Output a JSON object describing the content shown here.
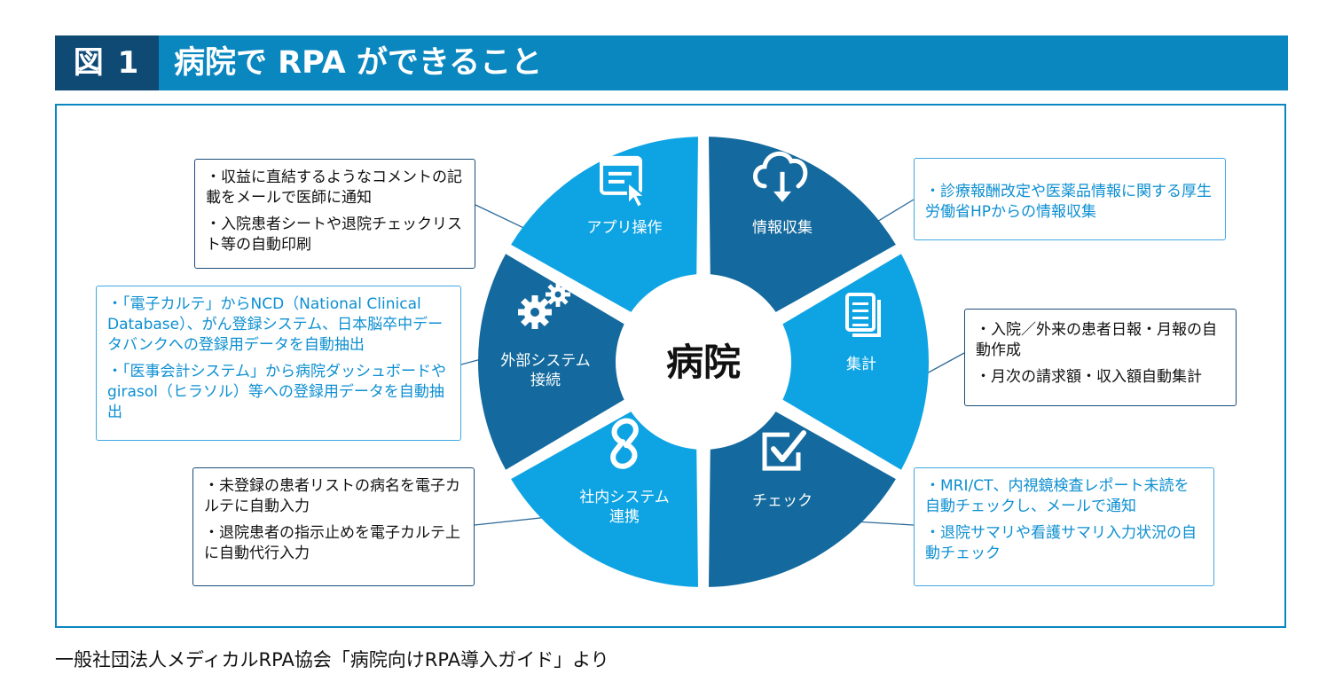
{
  "header": {
    "figure_label": "図 1",
    "title": "病院で RPA ができること"
  },
  "center": {
    "label": "病院"
  },
  "segments": [
    {
      "id": "app",
      "label_lines": [
        "アプリ操作"
      ],
      "icon": "window-cursor-icon"
    },
    {
      "id": "info",
      "label_lines": [
        "情報収集"
      ],
      "icon": "cloud-download-icon"
    },
    {
      "id": "total",
      "label_lines": [
        "集計"
      ],
      "icon": "documents-icon"
    },
    {
      "id": "check",
      "label_lines": [
        "チェック"
      ],
      "icon": "checkbox-icon"
    },
    {
      "id": "internal",
      "label_lines": [
        "社内システム",
        "連携"
      ],
      "icon": "link-icon"
    },
    {
      "id": "external",
      "label_lines": [
        "外部システム",
        "接続"
      ],
      "icon": "gears-icon"
    }
  ],
  "callouts": {
    "app": [
      "・収益に直結するようなコメントの記載をメールで医師に通知",
      "・入院患者シートや退院チェックリスト等の自動印刷"
    ],
    "info": [
      "・診療報酬改定や医薬品情報に関する厚生労働省HPからの情報収集"
    ],
    "total": [
      "・入院／外来の患者日報・月報の自動作成",
      "・月次の請求額・収入額自動集計"
    ],
    "check": [
      "・MRI/CT、内視鏡検査レポート未読を自動チェックし、メールで通知",
      "・退院サマリや看護サマリ入力状況の自動チェック"
    ],
    "internal": [
      "・未登録の患者リストの病名を電子カルテに自動入力",
      "・退院患者の指示止めを電子カルテ上に自動代行入力"
    ],
    "external": [
      "・「電子カルテ」からNCD（National Clinical Database）、がん登録システム、日本脳卒中データバンクへの登録用データを自動抽出",
      "・「医事会計システム」から病院ダッシュボードやgirasol（ヒラソル）等への登録用データを自動抽出"
    ]
  },
  "footer": {
    "source": "一般社団法人メディカルRPA協会「病院向けRPA導入ガイド」より"
  },
  "colors": {
    "header": "#0b87c0",
    "label_bg": "#0f4a75",
    "light_segment": "#0ea4e4",
    "dark_segment": "#146a9e",
    "dark_border": "#1b4d79",
    "light_border": "#3fa9e0",
    "light_text": "#0d8fd1"
  }
}
